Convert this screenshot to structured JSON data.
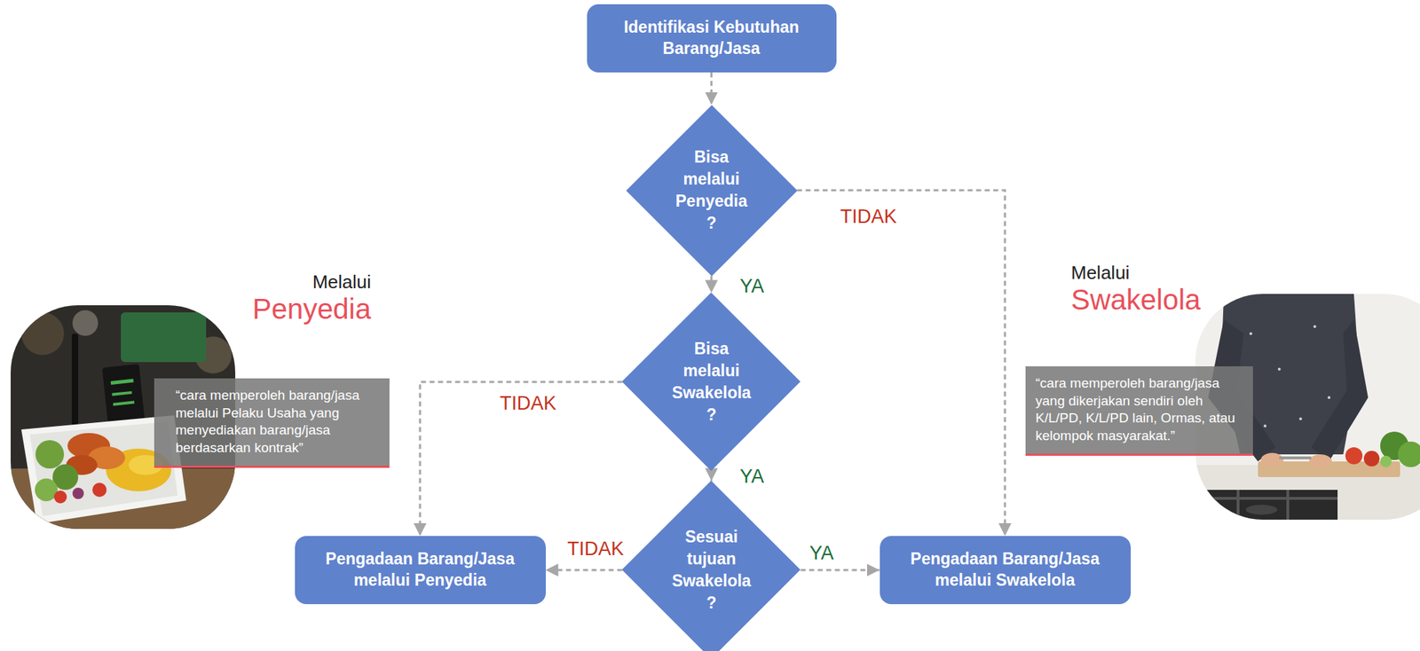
{
  "diagram": {
    "nodes": [
      {
        "text": [
          "Identifikasi Kebutuhan Barang/Jasa"
        ]
      },
      {
        "text": [
          "Bisa melalui Penyedia ?"
        ]
      },
      {
        "text": [
          "Bisa melalui Swakelola ?"
        ]
      },
      {
        "text": [
          "Sesuai tujuan Swakelola ?"
        ]
      },
      {
        "text": [
          "Pengadaan Barang/Jasa melalui Penyedia"
        ]
      },
      {
        "text": [
          "Pengadaan Barang/Jasa melalui Swakelola"
        ]
      },
      {
        "text": [
          "Melalui",
          "Penyedia",
          "“cara memperoleh barang/jasa melalui Pelaku Usaha yang menyediakan barang/jasa berdasarkan kontrak”"
        ]
      },
      {
        "text": [
          "Melalui",
          "Swakelola",
          "“cara memperoleh barang/jasa yang dikerjakan sendiri oleh K/L/PD, K/L/PD lain, Ormas, atau kelompok masyarakat.”"
        ]
      }
    ],
    "edges": [
      {
        "from": 0,
        "to": 1,
        "arrow": "to"
      },
      {
        "from": 1,
        "to": 2,
        "label": "YA",
        "arrow": "to"
      },
      {
        "from": 1,
        "to": 5,
        "label": "TIDAK",
        "arrow": "to"
      },
      {
        "from": 2,
        "to": 4,
        "label": "TIDAK",
        "arrow": "to"
      },
      {
        "from": 2,
        "to": 3,
        "label": "YA",
        "arrow": "to"
      },
      {
        "from": 3,
        "to": 4,
        "label": "TIDAK",
        "arrow": "to"
      },
      {
        "from": 3,
        "to": 5,
        "label": "YA",
        "arrow": "to"
      }
    ]
  }
}
